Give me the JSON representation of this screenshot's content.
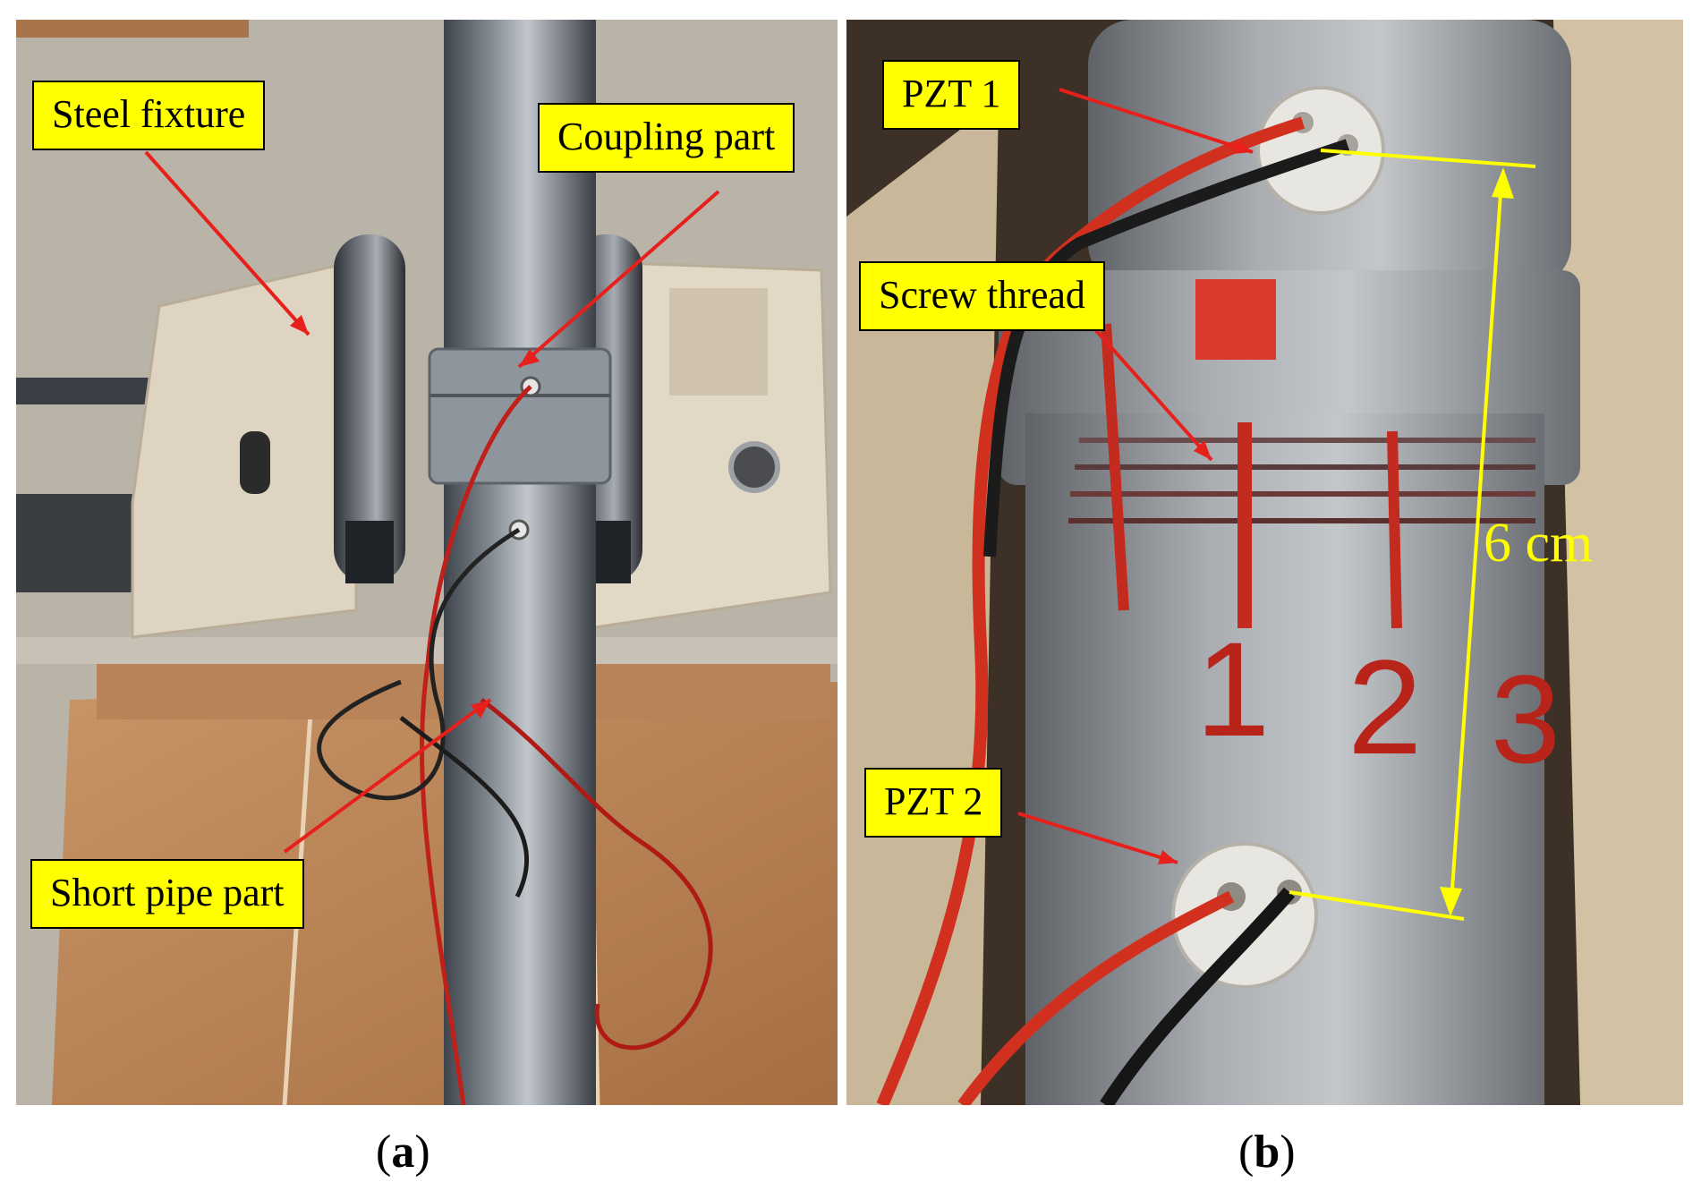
{
  "panel_a": {
    "labels": {
      "steel_fixture": "Steel fixture",
      "coupling_part": "Coupling part",
      "short_pipe_part": "Short pipe part"
    },
    "caption": {
      "open": "(",
      "letter": "a",
      "close": ")"
    }
  },
  "panel_b": {
    "labels": {
      "pzt1": "PZT 1",
      "screw_thread": "Screw thread",
      "pzt2": "PZT 2"
    },
    "dimension": "6 cm",
    "caption": {
      "open": "(",
      "letter": "b",
      "close": ")"
    }
  },
  "colors": {
    "callout_fill": "#ffff00",
    "arrow_red": "#e8201c",
    "dimension_yellow": "#ffff00"
  }
}
